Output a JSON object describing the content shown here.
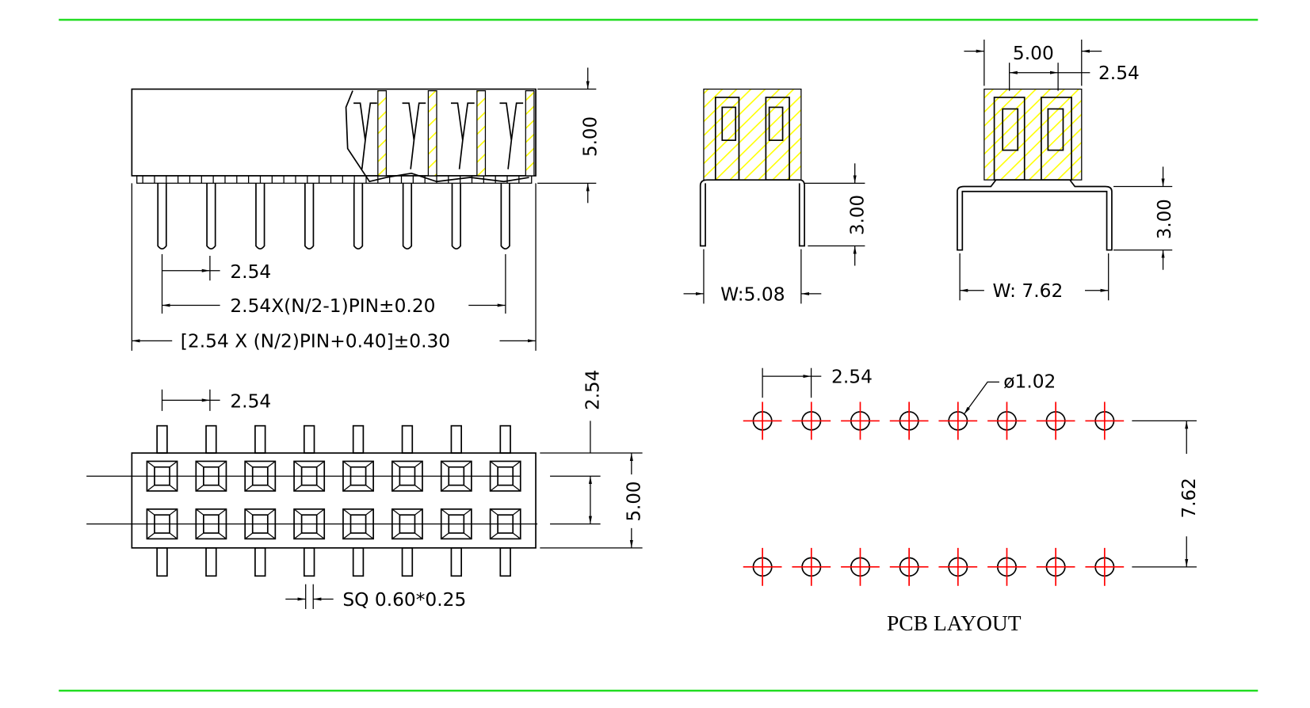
{
  "colors": {
    "frame_line": "#22dd22",
    "outline": "#000000",
    "section_hatch": "#ffff00",
    "center_mark": "#ff0000"
  },
  "front_view": {
    "height_dim": "5.00",
    "pin_pitch_dim": "2.54",
    "pin_span_dim": "2.54X(N/2-1)PIN±0.20",
    "overall_length_dim": "[2.54 X (N/2)PIN+0.40]±0.30",
    "pin_count_per_row": 8
  },
  "side_view_narrow": {
    "tail_length_dim": "3.00",
    "width_dim": "W:5.08"
  },
  "side_view_wide": {
    "body_width_dim": "5.00",
    "row_pitch_dim": "2.54",
    "tail_length_dim": "3.00",
    "width_dim": "W: 7.62"
  },
  "top_view": {
    "pin_pitch_dim": "2.54",
    "edge_offset_dim": "2.54",
    "body_width_dim": "5.00",
    "pin_size_dim": "SQ 0.60*0.25",
    "rows": 2,
    "contacts_per_row": 8
  },
  "pcb_layout": {
    "title": "PCB LAYOUT",
    "pitch_dim": "2.54",
    "hole_dia_dim": "ø1.02",
    "row_spacing_dim": "7.62",
    "holes_per_row": 8,
    "rows": 2
  }
}
